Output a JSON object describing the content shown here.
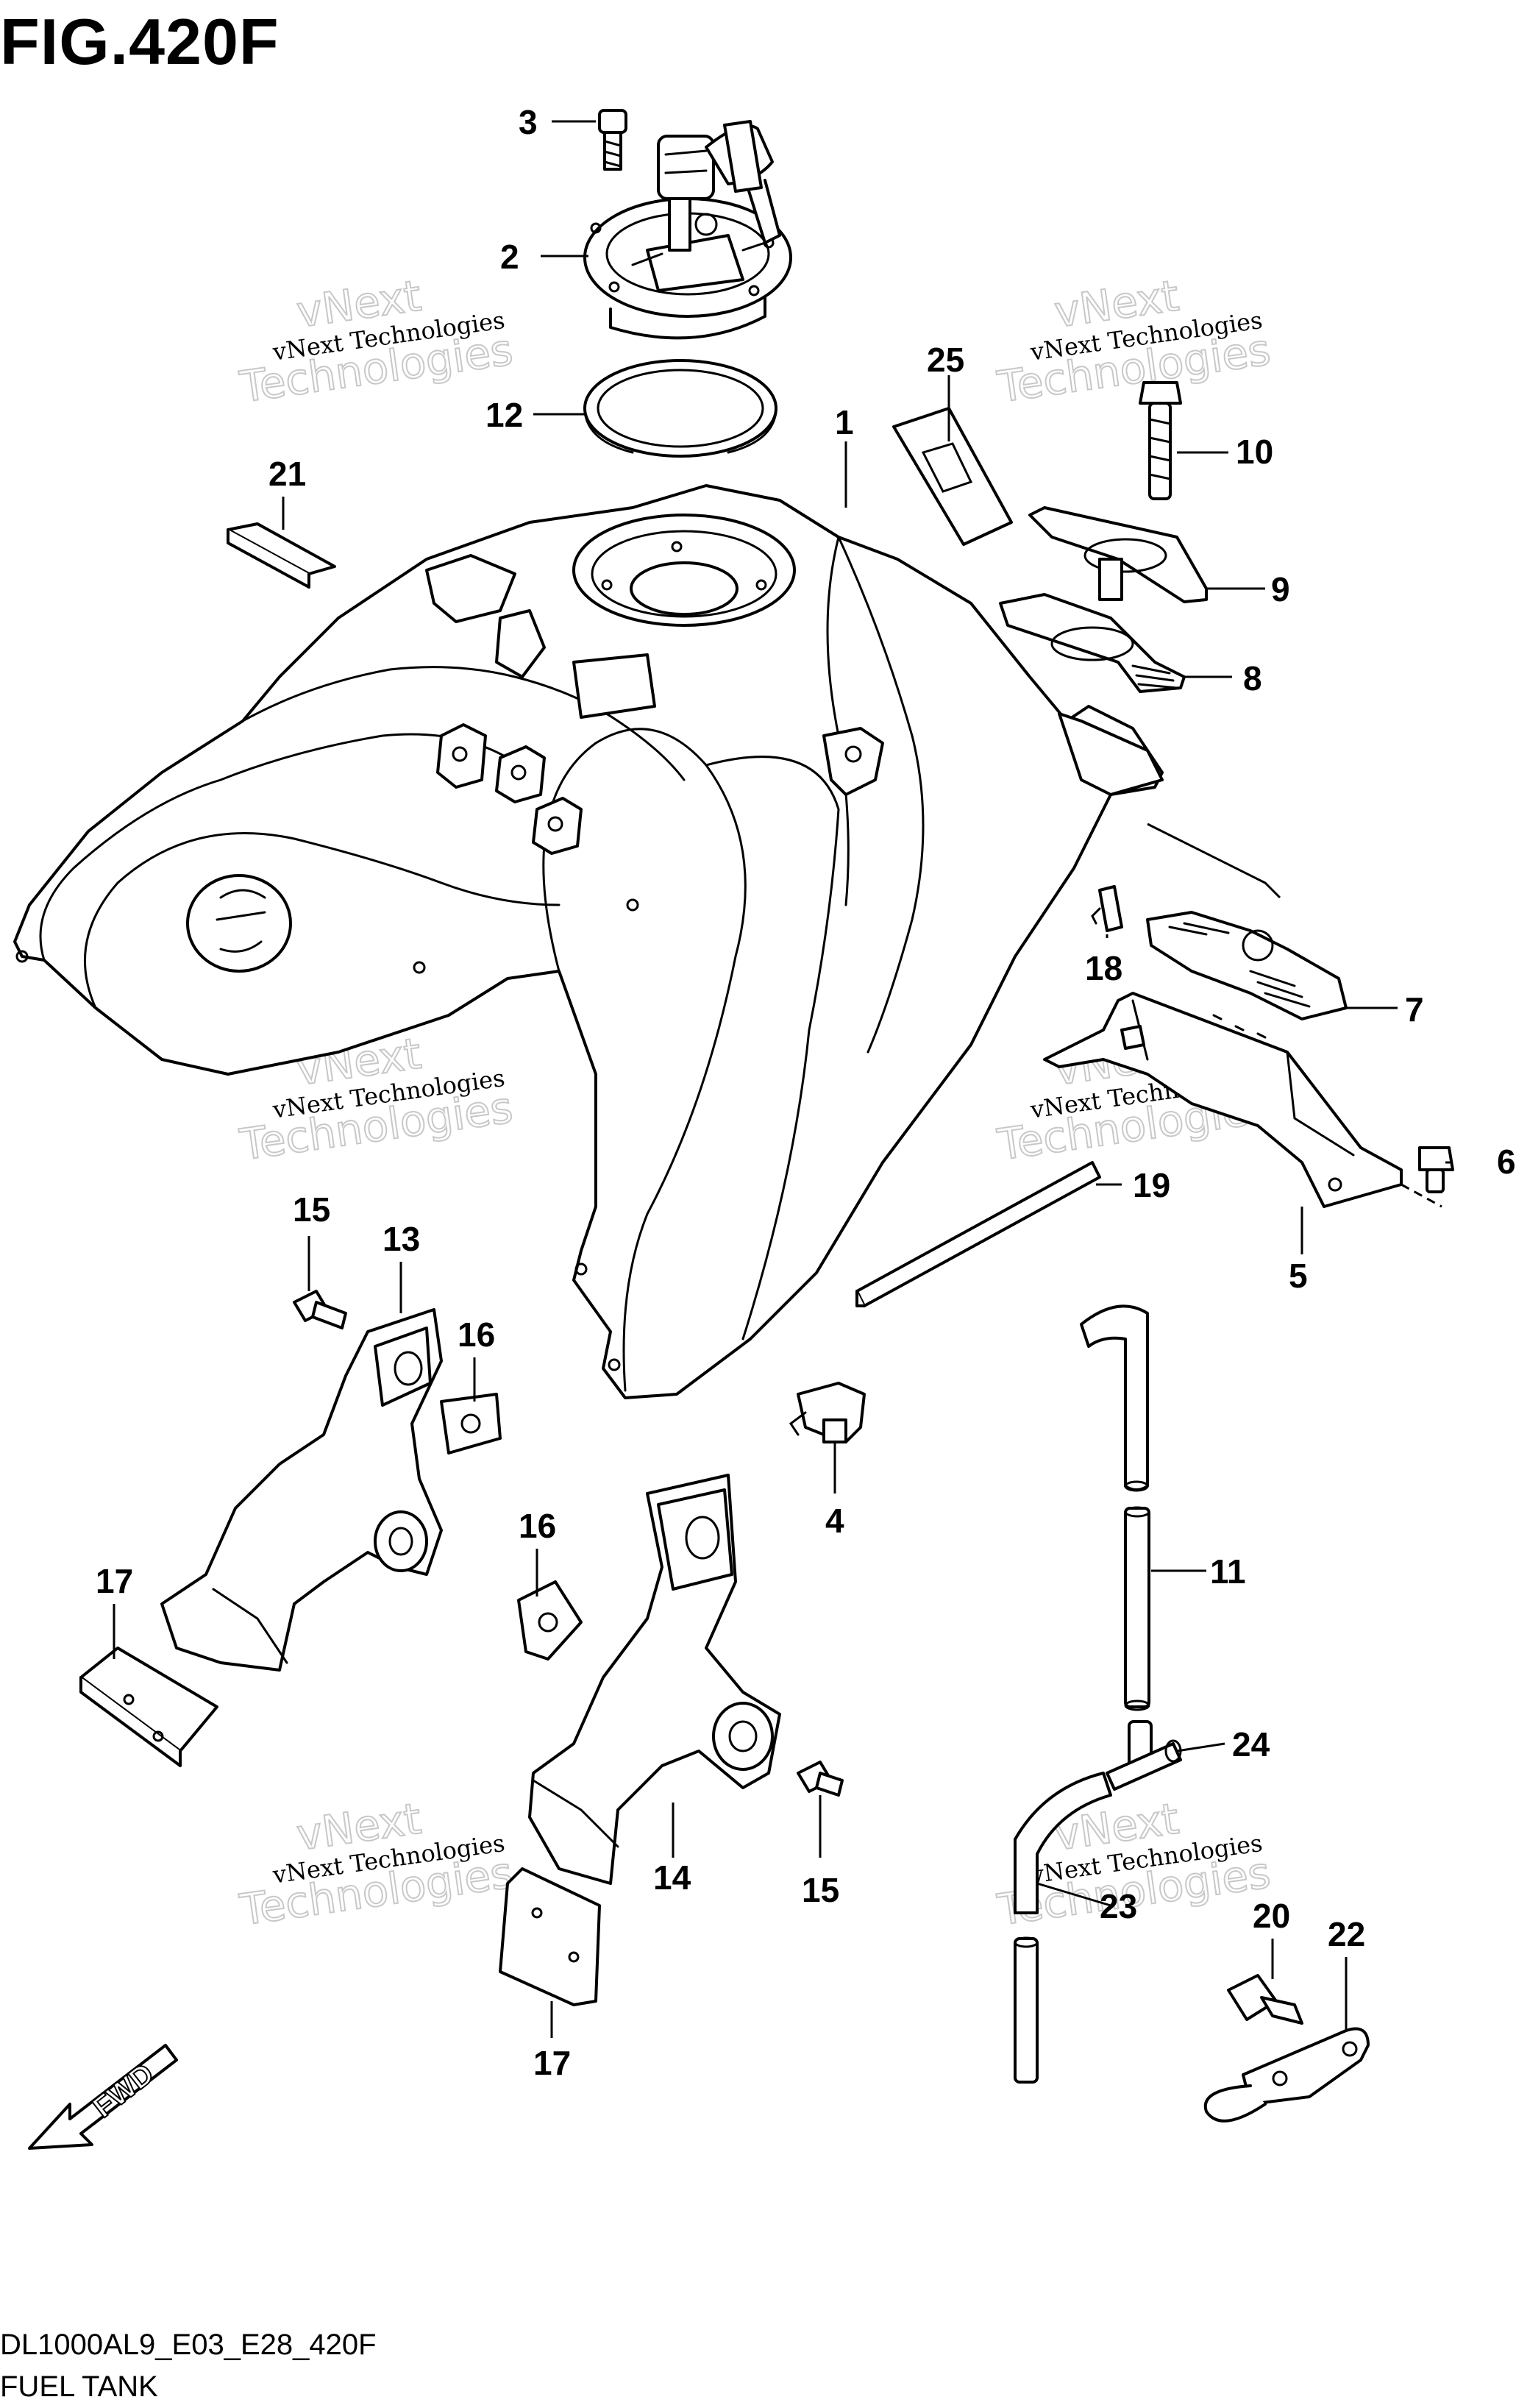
{
  "figure": {
    "title": "FIG.420F"
  },
  "footer": {
    "code": "DL1000AL9_E03_E28_420F",
    "name": "FUEL TANK"
  },
  "fwd_label": "FWD",
  "watermark": {
    "line1": "vNext Technologies",
    "line2": "vNext",
    "line3": "Technologies"
  },
  "callouts": {
    "c1": "1",
    "c2": "2",
    "c3": "3",
    "c4": "4",
    "c5": "5",
    "c6": "6",
    "c7": "7",
    "c8": "8",
    "c9": "9",
    "c10": "10",
    "c11": "11",
    "c12": "12",
    "c13": "13",
    "c14": "14",
    "c15a": "15",
    "c15b": "15",
    "c16a": "16",
    "c16b": "16",
    "c17a": "17",
    "c17b": "17",
    "c18": "18",
    "c19": "19",
    "c20": "20",
    "c21": "21",
    "c22": "22",
    "c23": "23",
    "c24": "24",
    "c25": "25"
  }
}
